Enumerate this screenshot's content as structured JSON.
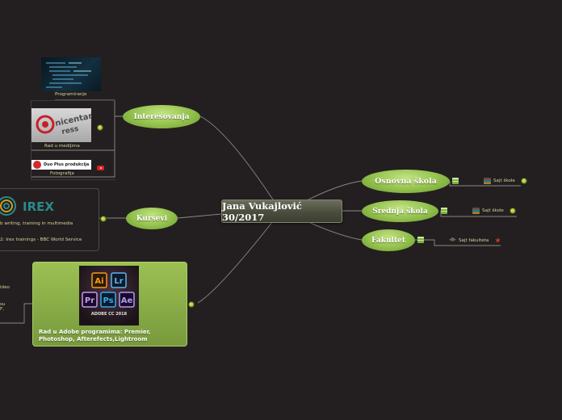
{
  "central": {
    "label": "Jana Vukajlović 30/2017"
  },
  "branches": {
    "osnovna": {
      "label": "Osnovna škola",
      "link": "Sajt škole"
    },
    "srednja": {
      "label": "Srednja škola",
      "link": "Sajt škole"
    },
    "fakultet": {
      "label": "Fakultet",
      "link": "Sajt fakulteta"
    },
    "interesovanja": {
      "label": "Interesovanja",
      "items": [
        "Programiranje",
        "Rad u medijima",
        "Fotografija"
      ]
    },
    "kursevi": {
      "label": "Kursevi",
      "lines": [
        "b writing, training in multimedia",
        "2: Irex trainings - BBC World Service"
      ],
      "logo_text": "IREX"
    },
    "adobe": {
      "caption": "Rad u Adobe programima: Premier, Photoshop, Afterefects,Lightroom",
      "image_label": "ADOBE CC 2018",
      "apps": [
        "Ai",
        "Lr",
        "Pr",
        "Ps",
        "Ae"
      ],
      "side_fragments": [
        "ideo",
        "su",
        "F,"
      ]
    },
    "media_logo": {
      "top": "nicentar",
      "bottom": "ress"
    },
    "photo_logo": {
      "label": "Duo Plus produkcija"
    }
  },
  "colors": {
    "background": "#231f20",
    "pill": "#92c04c",
    "adobe_panel": "#8db14c",
    "link_text": "#d9d39a"
  }
}
